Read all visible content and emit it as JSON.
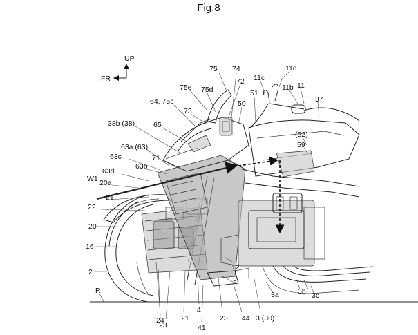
{
  "figure": {
    "title": "Fig.8",
    "axes": {
      "up": "UP",
      "front": "FR"
    }
  },
  "labels": {
    "l75": "75",
    "l74": "74",
    "l11d": "11d",
    "l11c": "11c",
    "l11b": "11b",
    "l11": "11",
    "l75e": "75e",
    "l75d": "75d",
    "l72": "72",
    "l51": "51",
    "l37": "37",
    "l64_75c": "64, 75c",
    "l73": "73",
    "l50": "50",
    "l38b": "38b (38)",
    "l65": "65",
    "l52": "(52)",
    "l59": "59",
    "l63a": "63a (63)",
    "l63c": "63c",
    "l71": "71",
    "l63b": "63b",
    "l63d": "63d",
    "lW1": "W1",
    "l20a": "20a",
    "l21a": "21",
    "l22": "22",
    "l20": "20",
    "l16": "16",
    "l2": "2",
    "l12": "12",
    "l5": "5",
    "l3a": "3a",
    "l3b": "3b",
    "l3c": "3c",
    "lR": "R",
    "l24": "24",
    "l23a": "23",
    "l21b": "21",
    "l4": "4",
    "l23b": "23",
    "l44": "44",
    "l3_30": "3 (30)",
    "l41": "41"
  }
}
